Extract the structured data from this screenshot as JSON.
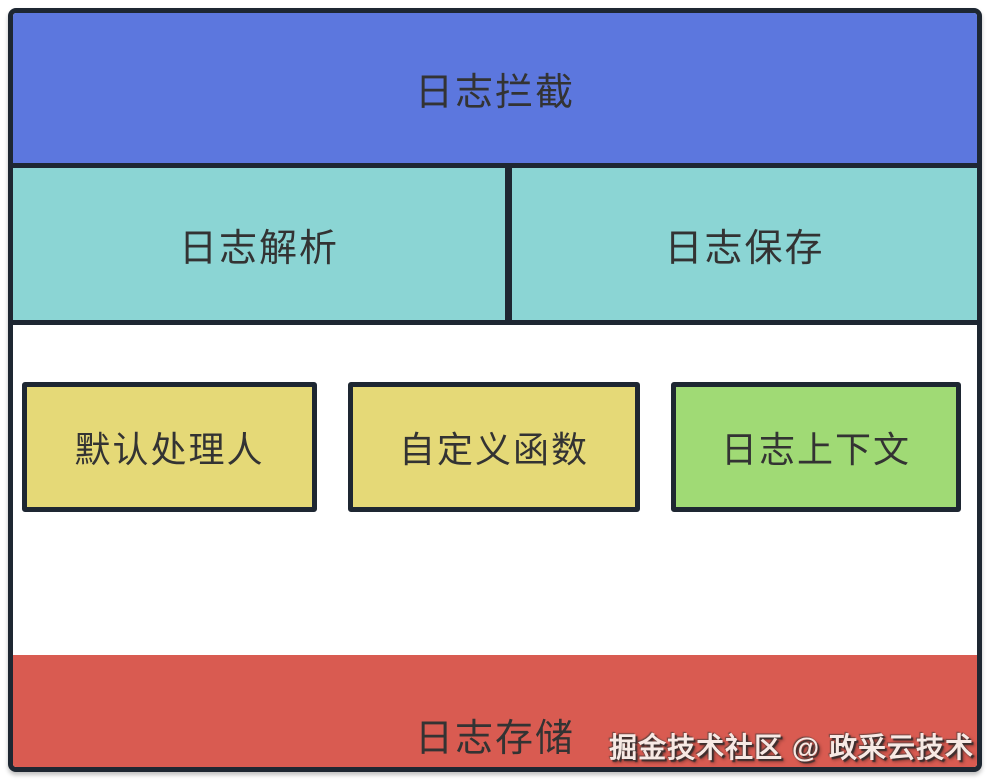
{
  "diagram": {
    "top_layer": {
      "label": "日志拦截",
      "color": "#5c77de"
    },
    "middle_layer": {
      "cells": [
        {
          "label": "日志解析",
          "color": "#8bd5d4"
        },
        {
          "label": "日志保存",
          "color": "#8bd5d4"
        }
      ]
    },
    "components": [
      {
        "label": "默认处理人",
        "color": "#e5d977"
      },
      {
        "label": "自定义函数",
        "color": "#e5d977"
      },
      {
        "label": "日志上下文",
        "color": "#a0da75"
      }
    ],
    "bottom_layer": {
      "label": "日志存储",
      "color": "#d95b51"
    },
    "watermark": {
      "text": "掘金技术社区 @ 政采云技术"
    },
    "style": {
      "border_color": "#1e2732",
      "text_color": "#333333",
      "background_color": "#ffffff"
    }
  }
}
